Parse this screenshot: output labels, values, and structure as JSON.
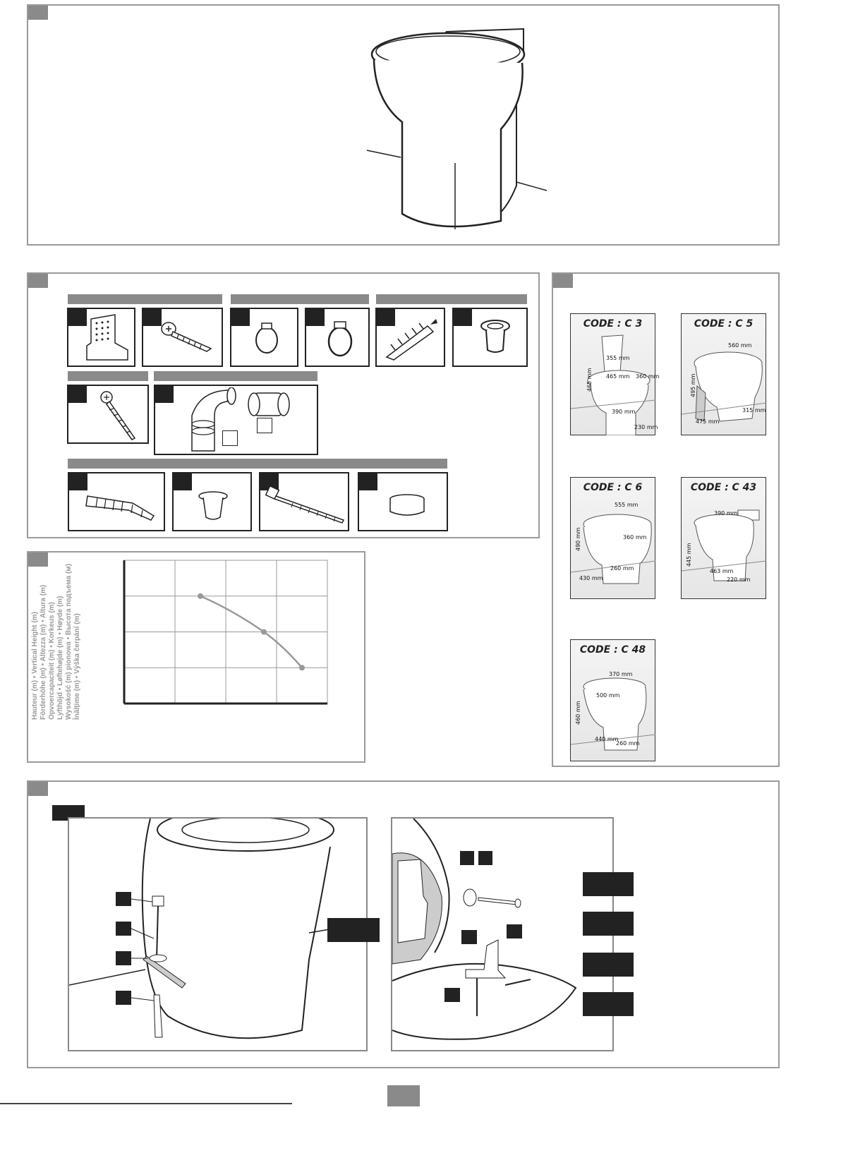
{
  "models": [
    {
      "code": "CODE : C 3",
      "dims": [
        "355 mm",
        "465 mm",
        "360 mm",
        "465 mm",
        "390 mm",
        "230 mm"
      ]
    },
    {
      "code": "CODE : C 5",
      "dims": [
        "560 mm",
        "495 mm",
        "315 mm",
        "475 mm"
      ]
    },
    {
      "code": "CODE : C 6",
      "dims": [
        "555 mm",
        "490 mm",
        "360 mm",
        "260 mm",
        "430 mm"
      ]
    },
    {
      "code": "CODE : C 43",
      "dims": [
        "390 mm",
        "445 mm",
        "463 mm",
        "220 mm"
      ]
    },
    {
      "code": "CODE : C 48",
      "dims": [
        "370 mm",
        "500 mm",
        "460 mm",
        "440 mm",
        "260 mm"
      ]
    }
  ],
  "chart": {
    "ylabel_lines": [
      "Hauteur (m) • Vertical Height (m)",
      "Förderhöhe (m) • Altezza (m) • Altura (m)",
      "Opvoercapaciteit (m) • Korkeus (m)",
      "Lyfthöjd • Løftehøjde (m) • Høyde (m)",
      "Wysokość (m) pionowa • Высота подъема (м)",
      "Înălțime (m) • Výška čerpání (m)"
    ]
  },
  "chart_data": {
    "type": "line",
    "title": "",
    "xlabel": "",
    "ylabel": "Hauteur (m) • Vertical Height (m)",
    "x": [
      1.5,
      2.75,
      3.5
    ],
    "series": [
      {
        "values": [
          3,
          2,
          1
        ]
      }
    ],
    "xlim": [
      0,
      4
    ],
    "ylim": [
      0,
      4
    ],
    "grid": true
  }
}
